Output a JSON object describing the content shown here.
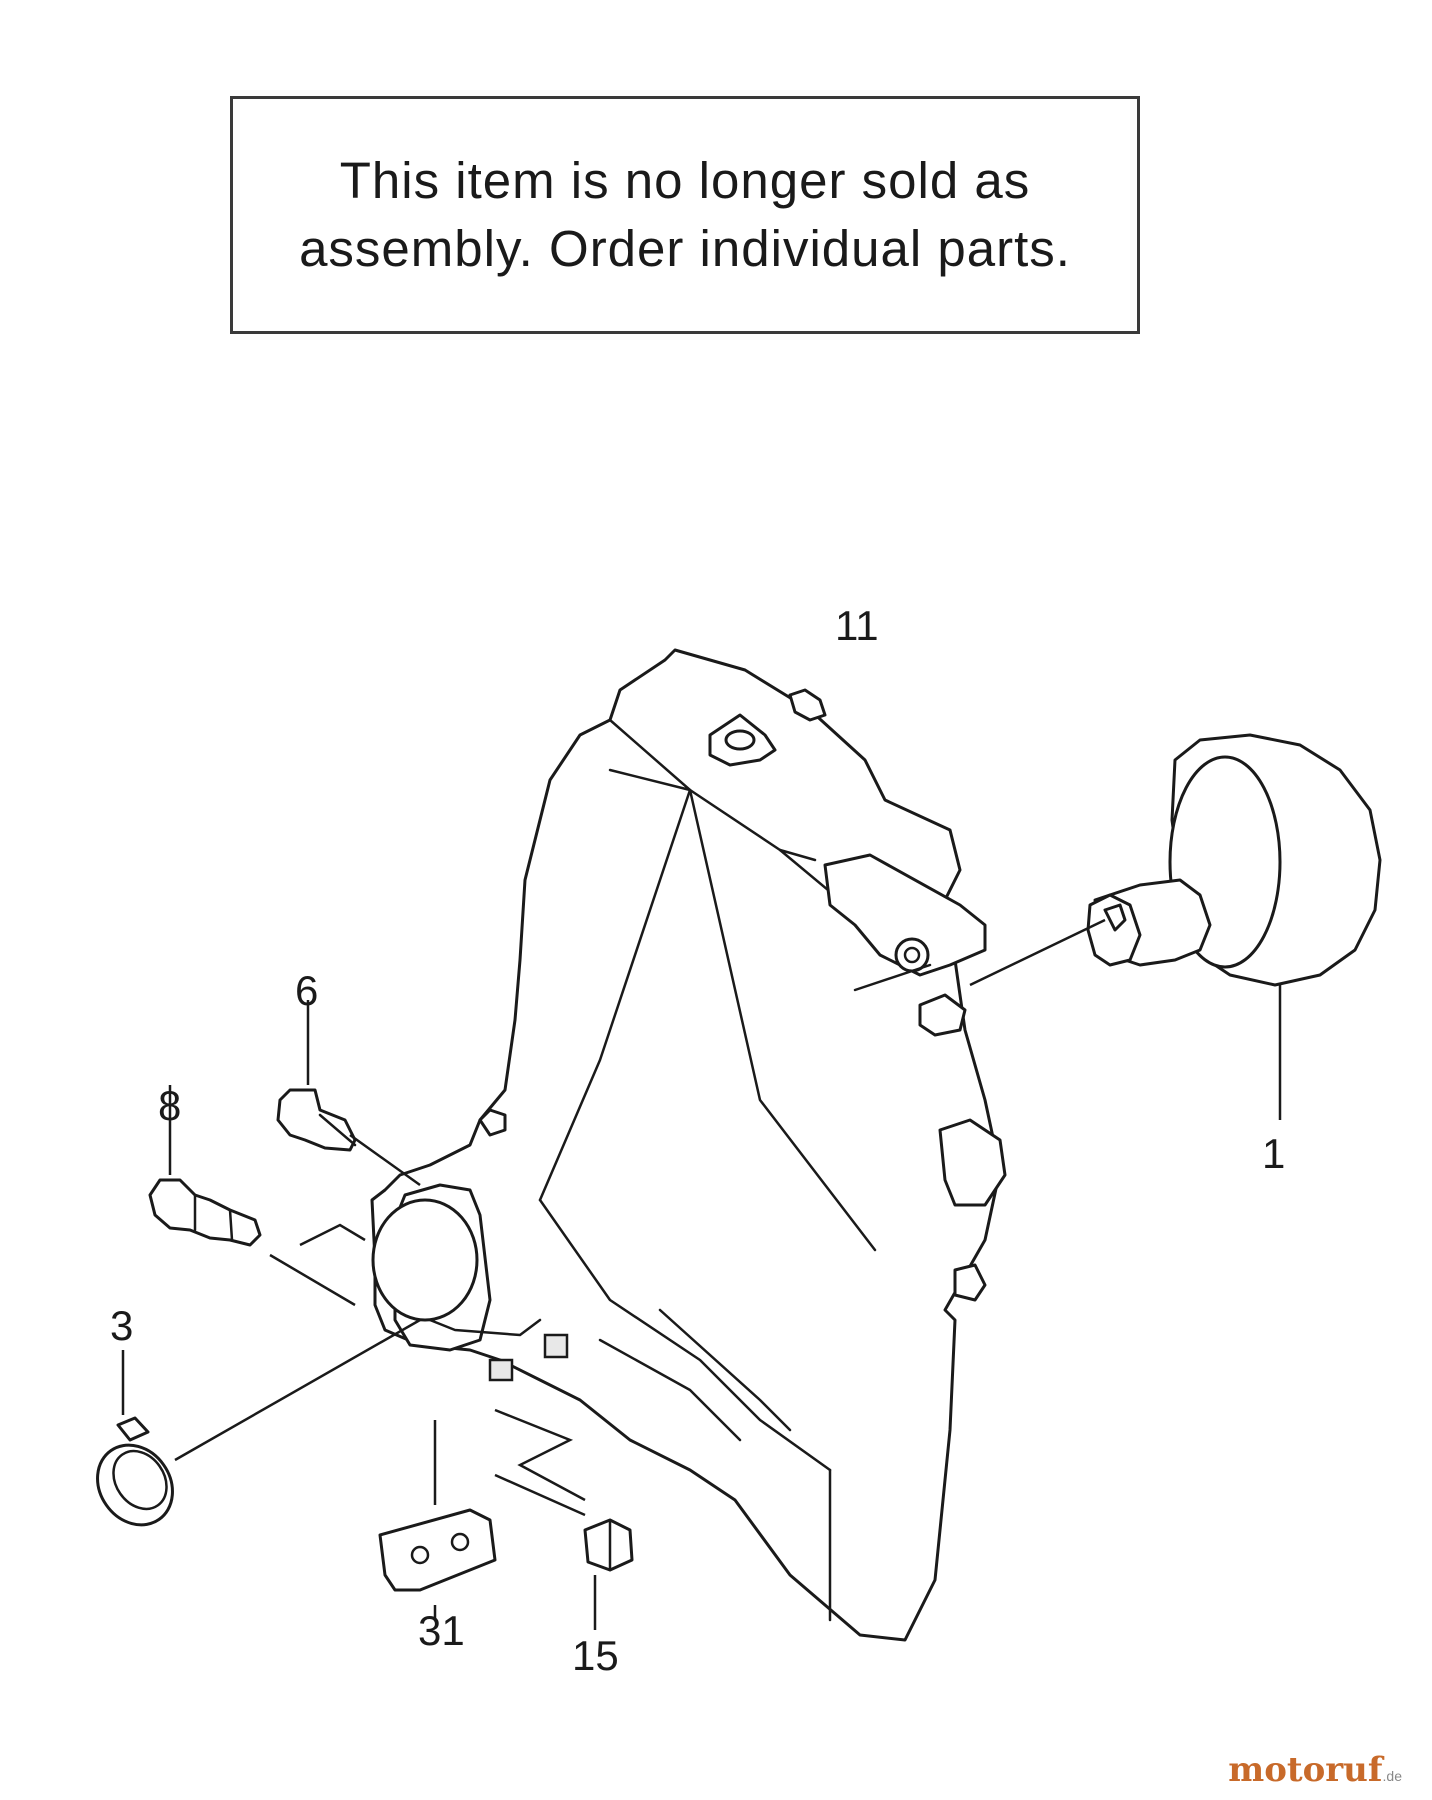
{
  "notice": {
    "line1": "This item is no longer sold as",
    "line2": "assembly. Order individual parts."
  },
  "callouts": {
    "housing": "11",
    "clutch_drum": "1",
    "bolt_6": "6",
    "bolt_8": "8",
    "snap_ring": "3",
    "plate": "31",
    "nut": "15"
  },
  "watermark": {
    "brand": "motoruf",
    "suffix": ".de"
  }
}
